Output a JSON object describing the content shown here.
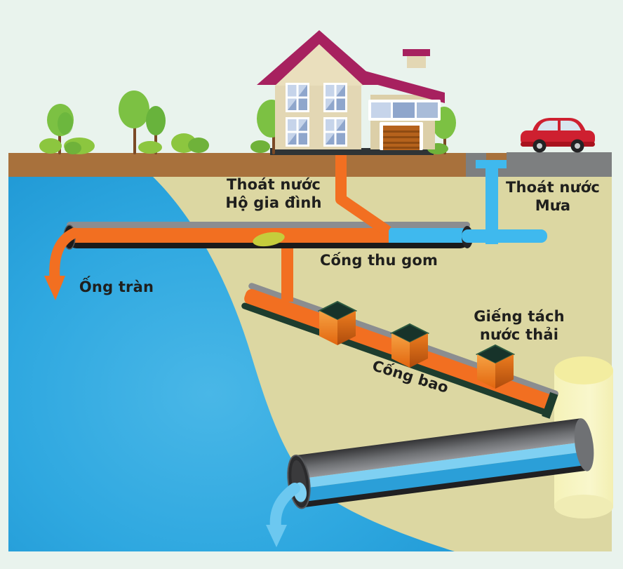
{
  "diagram": {
    "topic": "combined-sewer-stormwater-separation-scheme",
    "labels": {
      "household": {
        "line1": "Thoát nước",
        "line2": "Hộ gia đình"
      },
      "rain": {
        "line1": "Thoát nước",
        "line2": "Mưa"
      },
      "collector": {
        "text": "Cống thu gom"
      },
      "overflow": {
        "text": "Ống tràn"
      },
      "separation_well": {
        "line1": "Giếng tách",
        "line2": "nước thải"
      },
      "interceptor": {
        "text": "Cống bao"
      }
    },
    "scene_elements": [
      "house-illustration",
      "car-illustration",
      "trees",
      "bushes",
      "soil-layer",
      "underground-layer",
      "river-water-body",
      "road-slab",
      "storm-inlet",
      "storm-drain-pipe",
      "household-drain-pipe",
      "collector-sewer-pipe",
      "overflow-arrow",
      "weir",
      "interceptor-channel",
      "separation-well-boxes",
      "access-shaft-cylinder",
      "outfall-pipe",
      "outfall-arrow"
    ],
    "colors": {
      "sky_mint": "#E9F3ED",
      "soil_brown": "#A8713C",
      "underground_khaki": "#DCD7A2",
      "water_blue": "#29A3DD",
      "storm_blue": "#3FB9EE",
      "light_blue": "#7FD0F2",
      "sewage_orange": "#F26F21",
      "pipe_rim_gray": "#8B8D90",
      "road_gray": "#7D7F80",
      "dark_green": "#1E3D2E",
      "roof_magenta": "#A7215F",
      "wall_tan": "#E3D7B4",
      "car_red": "#CE2030",
      "cylinder_yellow": "#F8F5C2",
      "weir_yellow_green": "#C5CD3C",
      "label_text": "#1F1F1D"
    }
  }
}
